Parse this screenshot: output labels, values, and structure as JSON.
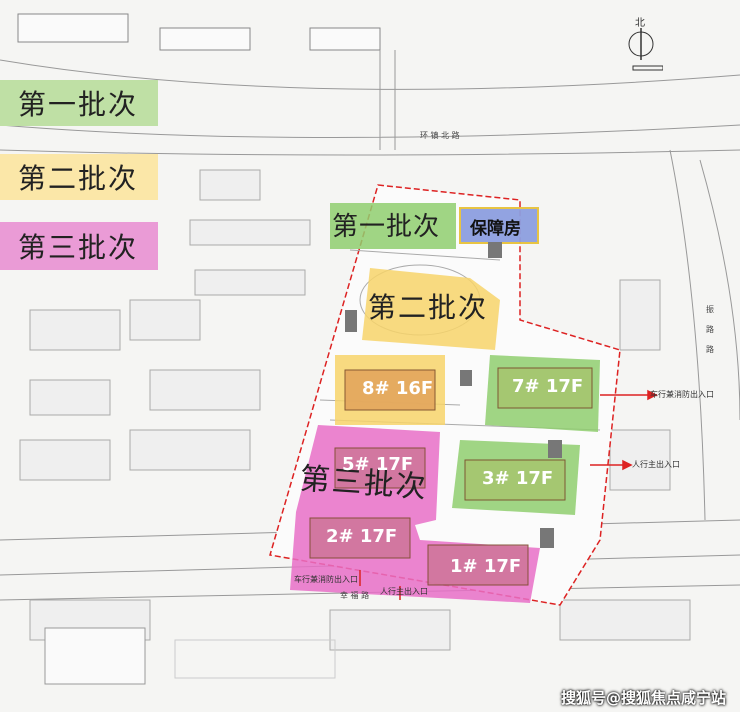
{
  "legend": {
    "batch1": "第一批次",
    "batch2": "第二批次",
    "batch3": "第三批次"
  },
  "map_labels": {
    "batch1": "第一批次",
    "baozhangfang": "保障房",
    "batch2": "第二批次",
    "batch3": "第三批次",
    "b8": "8# 16F",
    "b7": "7# 17F",
    "b5": "5# 17F",
    "b3": "3# 17F",
    "b2": "2# 17F",
    "b1": "1# 17F",
    "north": "北",
    "vehicle_fire_entry_east": "车行兼消防出入口",
    "pedestrian_entry_east": "人行主出入口",
    "vehicle_fire_entry_south": "车行兼消防出入口",
    "pedestrian_entry_south": "人行主出入口",
    "road_north": "环 镇 北 路",
    "road_south": "幸 福 路",
    "road_east": "振 路 路"
  },
  "watermark": "搜狐号@搜狐焦点咸宁站",
  "colors": {
    "green": "#8fce6e",
    "yellow": "#f7d36a",
    "pink": "#e86fc7",
    "blue": "#8d9fe0"
  }
}
